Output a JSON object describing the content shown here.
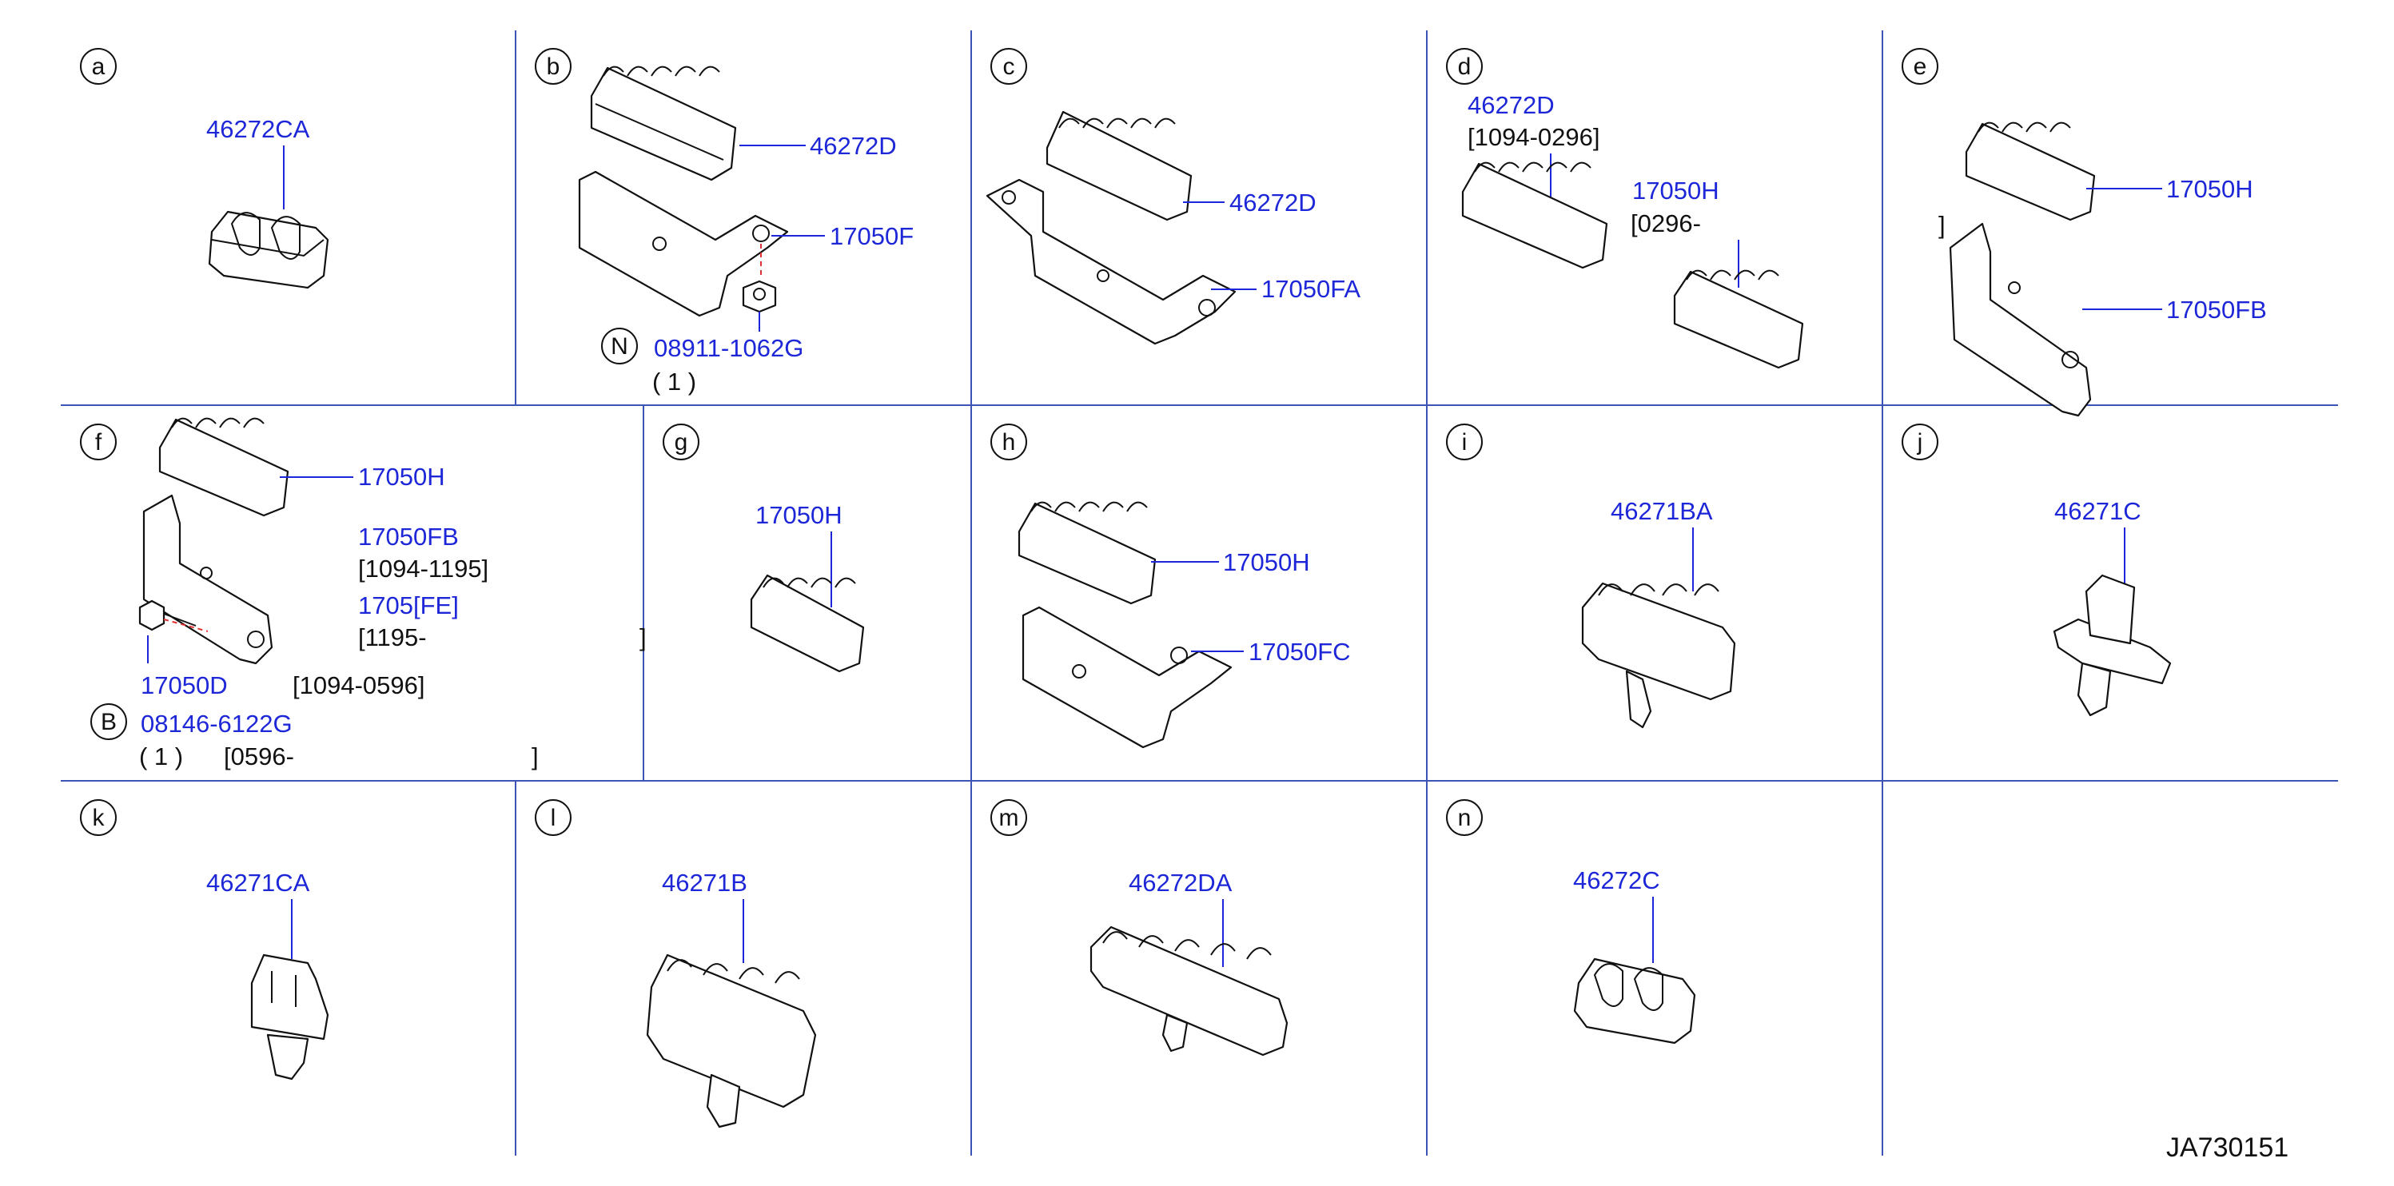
{
  "panels": [
    {
      "id": "a",
      "letter": "a",
      "labels": [
        "46272CA"
      ]
    },
    {
      "id": "b",
      "letter": "b",
      "labels": [
        "46272D",
        "17050F",
        "08911-1062G"
      ],
      "notes": [
        "N",
        "( 1 )"
      ]
    },
    {
      "id": "c",
      "letter": "c",
      "labels": [
        "46272D",
        "17050FA"
      ]
    },
    {
      "id": "d",
      "letter": "d",
      "labels": [
        "46272D",
        "17050H"
      ],
      "notes": [
        "[1094-0296]",
        "[0296-"
      ]
    },
    {
      "id": "e",
      "letter": "e",
      "labels": [
        "17050H",
        "17050FB"
      ],
      "notes": [
        "]"
      ]
    },
    {
      "id": "f",
      "letter": "f",
      "labels": [
        "17050H",
        "17050FB",
        "1705[FE]",
        "17050D",
        "08146-6122G"
      ],
      "notes": [
        "[1094-1195]",
        "[1195-",
        "]",
        "[1094-0596]",
        "B",
        "( 1 )",
        "[0596-",
        "]"
      ]
    },
    {
      "id": "g",
      "letter": "g",
      "labels": [
        "17050H"
      ]
    },
    {
      "id": "h",
      "letter": "h",
      "labels": [
        "17050H",
        "17050FC"
      ]
    },
    {
      "id": "i",
      "letter": "i",
      "labels": [
        "46271BA"
      ]
    },
    {
      "id": "j",
      "letter": "j",
      "labels": [
        "46271C"
      ]
    },
    {
      "id": "k",
      "letter": "k",
      "labels": [
        "46271CA"
      ]
    },
    {
      "id": "l",
      "letter": "l",
      "labels": [
        "46271B"
      ]
    },
    {
      "id": "m",
      "letter": "m",
      "labels": [
        "46272DA"
      ]
    },
    {
      "id": "n",
      "letter": "n",
      "labels": [
        "46272C"
      ]
    }
  ],
  "reference": "JA730151",
  "colors": {
    "label": "#1d27d8",
    "grid": "#3a55b5",
    "ink": "#111111",
    "accent": "#e03030"
  }
}
